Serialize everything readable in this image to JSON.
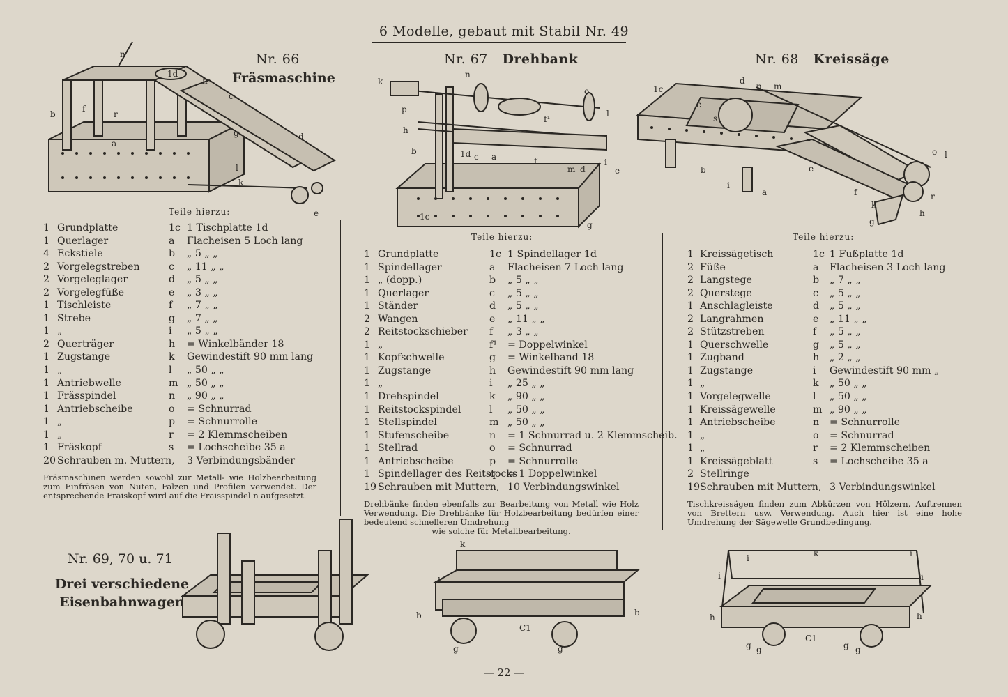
{
  "header": "6 Modelle, gebaut mit Stabil Nr. 49",
  "page_number": "— 22 —",
  "models": [
    {
      "number": "Nr. 66",
      "name": "Fräsmaschine",
      "parts_heading": "Teile hierzu:",
      "rows": [
        [
          "1",
          "Grundplatte",
          "1c",
          "1 Tischplatte 1d"
        ],
        [
          "1",
          "Querlager",
          "a",
          "Flacheisen 5 Loch lang"
        ],
        [
          "4",
          "Eckstiele",
          "b",
          "„ 5 „ „"
        ],
        [
          "2",
          "Vorgelegstreben",
          "c",
          "„ 11 „ „"
        ],
        [
          "2",
          "Vorgeleglager",
          "d",
          "„ 5 „ „"
        ],
        [
          "2",
          "Vorgelegfüße",
          "e",
          "„ 3 „ „"
        ],
        [
          "1",
          "Tischleiste",
          "f",
          "„ 7 „ „"
        ],
        [
          "1",
          "Strebe",
          "g",
          "„ 7 „ „"
        ],
        [
          "1",
          "„",
          "i",
          "„ 5 „ „"
        ],
        [
          "2",
          "Querträger",
          "h",
          "= Winkelbänder 18"
        ],
        [
          "1",
          "Zugstange",
          "k",
          "Gewindestift 90 mm lang"
        ],
        [
          "1",
          "„",
          "l",
          "„ 50 „ „"
        ],
        [
          "1",
          "Antriebwelle",
          "m",
          "„ 50 „ „"
        ],
        [
          "1",
          "Frässpindel",
          "n",
          "„ 90 „ „"
        ],
        [
          "1",
          "Antriebscheibe",
          "o",
          "= Schnurrad"
        ],
        [
          "1",
          "„",
          "p",
          "= Schnurrolle"
        ],
        [
          "1",
          "„",
          "r",
          "= 2 Klemmscheiben"
        ],
        [
          "1",
          "Fräskopf",
          "s",
          "= Lochscheibe 35 a"
        ],
        [
          "20",
          "Schrauben m. Muttern,",
          "",
          "3 Verbindungsbänder"
        ]
      ],
      "note": "Fräsmaschinen werden sowohl zur Metall- wie Holzbearbeitung zum Einfräsen von Nuten, Falzen und Profilen verwendet. Der entsprechende Fraiskopf wird auf die Fraisspindel n aufgesetzt."
    },
    {
      "number": "Nr. 67",
      "name": "Drehbank",
      "parts_heading": "Teile hierzu:",
      "rows": [
        [
          "1",
          "Grundplatte",
          "1c",
          "1 Spindellager 1d"
        ],
        [
          "1",
          "Spindellager",
          "a",
          "Flacheisen 7 Loch lang"
        ],
        [
          "1",
          "„ (dopp.)",
          "b",
          "„ 5 „ „"
        ],
        [
          "1",
          "Querlager",
          "c",
          "„ 5 „ „"
        ],
        [
          "1",
          "Ständer",
          "d",
          "„ 5 „ „"
        ],
        [
          "2",
          "Wangen",
          "e",
          "„ 11 „ „"
        ],
        [
          "2",
          "Reitstockschieber",
          "f",
          "„ 3 „ „"
        ],
        [
          "1",
          "„",
          "f¹",
          "= Doppelwinkel"
        ],
        [
          "1",
          "Kopfschwelle",
          "g",
          "= Winkelband 18"
        ],
        [
          "1",
          "Zugstange",
          "h",
          "Gewindestift 90 mm lang"
        ],
        [
          "1",
          "„",
          "i",
          "„ 25 „ „"
        ],
        [
          "1",
          "Drehspindel",
          "k",
          "„ 90 „ „"
        ],
        [
          "1",
          "Reitstockspindel",
          "l",
          "„ 50 „ „"
        ],
        [
          "1",
          "Stellspindel",
          "m",
          "„ 50 „ „"
        ],
        [
          "1",
          "Stufenscheibe",
          "n",
          "= 1 Schnurrad u. 2 Klemmscheib."
        ],
        [
          "1",
          "Stellrad",
          "o",
          "= Schnurrad"
        ],
        [
          "1",
          "Antriebscheibe",
          "p",
          "= Schnurrolle"
        ],
        [
          "1",
          "Spindellager des Reitstocks",
          "q",
          "= 1 Doppelwinkel"
        ],
        [
          "19",
          "Schrauben mit Muttern,",
          "",
          "10 Verbindungswinkel"
        ]
      ],
      "note": "Drehbänke finden ebenfalls zur Bearbeitung von Metall wie Holz Verwendung. Die Drehbänke für Holzbearbeitung bedürfen einer bedeutend schnelleren Umdrehung",
      "note_last": "wie solche für Metallbearbeitung."
    },
    {
      "number": "Nr. 68",
      "name": "Kreissäge",
      "parts_heading": "Teile hierzu:",
      "rows": [
        [
          "1",
          "Kreissägetisch",
          "1c",
          "1 Fußplatte 1d"
        ],
        [
          "2",
          "Füße",
          "a",
          "Flacheisen 3 Loch lang"
        ],
        [
          "2",
          "Langstege",
          "b",
          "„ 7 „ „"
        ],
        [
          "2",
          "Querstege",
          "c",
          "„ 5 „ „"
        ],
        [
          "1",
          "Anschlagleiste",
          "d",
          "„ 5 „ „"
        ],
        [
          "2",
          "Langrahmen",
          "e",
          "„ 11 „ „"
        ],
        [
          "2",
          "Stützstreben",
          "f",
          "„ 5 „ „"
        ],
        [
          "1",
          "Querschwelle",
          "g",
          "„ 5 „ „"
        ],
        [
          "1",
          "Zugband",
          "h",
          "„ 2 „ „"
        ],
        [
          "1",
          "Zugstange",
          "i",
          "Gewindestift 90 mm „"
        ],
        [
          "1",
          "„",
          "k",
          "„ 50 „ „"
        ],
        [
          "1",
          "Vorgelegwelle",
          "l",
          "„ 50 „ „"
        ],
        [
          "1",
          "Kreissägewelle",
          "m",
          "„ 90 „ „"
        ],
        [
          "1",
          "Antriebscheibe",
          "n",
          "= Schnurrolle"
        ],
        [
          "1",
          "„",
          "o",
          "= Schnurrad"
        ],
        [
          "1",
          "„",
          "r",
          "= 2 Klemmscheiben"
        ],
        [
          "1",
          "Kreissägeblatt",
          "s",
          "= Lochscheibe 35 a"
        ],
        [
          "2",
          "Stellringe",
          "",
          ""
        ],
        [
          "19",
          "Schrauben mit Muttern,",
          "",
          "3 Verbindungswinkel"
        ]
      ],
      "note": "Tischkreissägen finden zum Abkürzen von Hölzern, Auftrennen von Brettern usw. Verwendung. Auch hier ist eine hohe Umdrehung der Sägewelle Grundbedingung."
    }
  ],
  "bottom": {
    "title": "Nr. 69, 70 u. 71",
    "subtitle_1": "Drei verschiedene",
    "subtitle_2": "Eisenbahnwagen"
  },
  "figure_labels": {
    "fig66": [
      "n",
      "1d",
      "h",
      "c",
      "b",
      "f",
      "r",
      "g",
      "d",
      "a",
      "l",
      "k",
      "e"
    ],
    "fig67": [
      "k",
      "n",
      "o",
      "p",
      "h",
      "l",
      "f¹",
      "b",
      "1d",
      "c",
      "a",
      "f",
      "m",
      "d",
      "i",
      "e",
      "1c",
      "g"
    ],
    "fig68": [
      "1c",
      "d",
      "n",
      "m",
      "c",
      "s",
      "o",
      "l",
      "b",
      "e",
      "i",
      "a",
      "f",
      "k",
      "r",
      "g",
      "h"
    ],
    "fig69": [
      "k",
      "k",
      "b",
      "b",
      "C1",
      "g",
      "g"
    ],
    "fig70": [
      "i",
      "k",
      "i",
      "i",
      "i",
      "h",
      "h",
      "C1",
      "g",
      "g",
      "g",
      "g"
    ]
  }
}
